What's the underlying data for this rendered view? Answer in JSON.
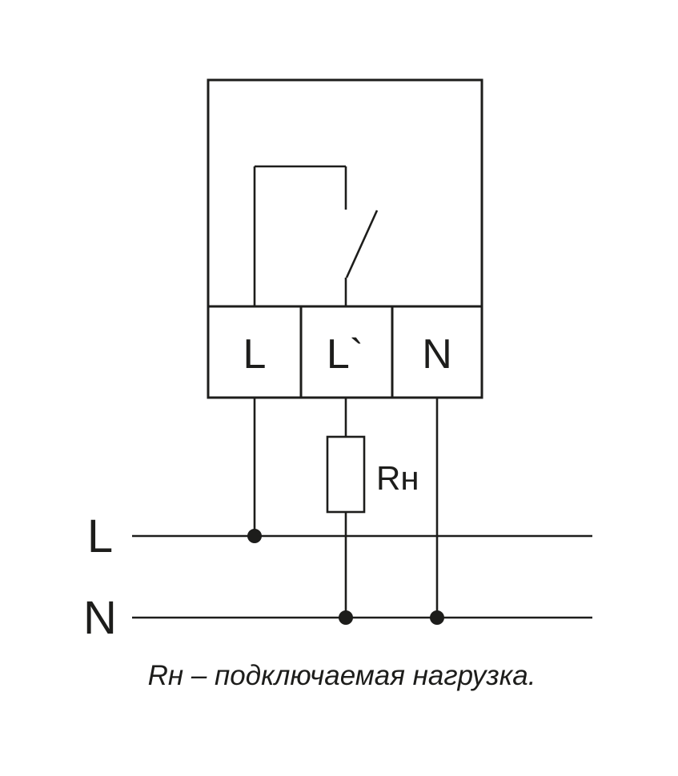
{
  "diagram": {
    "device": {
      "terminals": [
        {
          "label": "L"
        },
        {
          "label": "L`"
        },
        {
          "label": "N"
        }
      ],
      "switch": {
        "icon": "open-switch-contact"
      }
    },
    "load": {
      "label": "Rн"
    },
    "power_lines": [
      {
        "label": "L"
      },
      {
        "label": "N"
      }
    ],
    "caption": "Rн – подключаемая нагрузка.",
    "colors": {
      "line": "#1d1d1b",
      "background": "#ffffff"
    }
  }
}
